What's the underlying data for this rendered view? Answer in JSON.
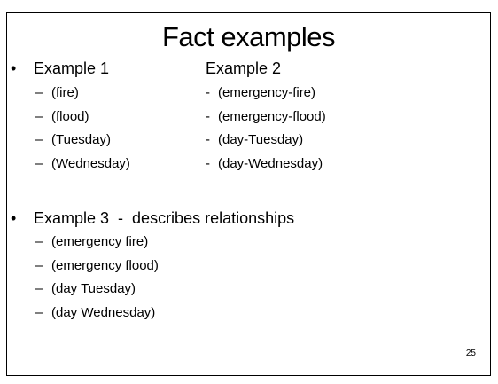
{
  "slide": {
    "title": "Fact examples",
    "page_number": "25",
    "example1": {
      "bullet": "•",
      "heading": "Example 1",
      "dash": "–",
      "items": [
        "(fire)",
        "(flood)",
        "(Tuesday)",
        "(Wednesday)"
      ]
    },
    "example2": {
      "heading": "Example 2",
      "dash": "-",
      "items": [
        "(emergency-fire)",
        "(emergency-flood)",
        "(day-Tuesday)",
        "(day-Wednesday)"
      ]
    },
    "example3": {
      "bullet": "•",
      "heading": "Example 3  -  describes relationships",
      "dash": "–",
      "items": [
        "(emergency fire)",
        "(emergency flood)",
        "(day Tuesday)",
        "(day Wednesday)"
      ]
    }
  }
}
